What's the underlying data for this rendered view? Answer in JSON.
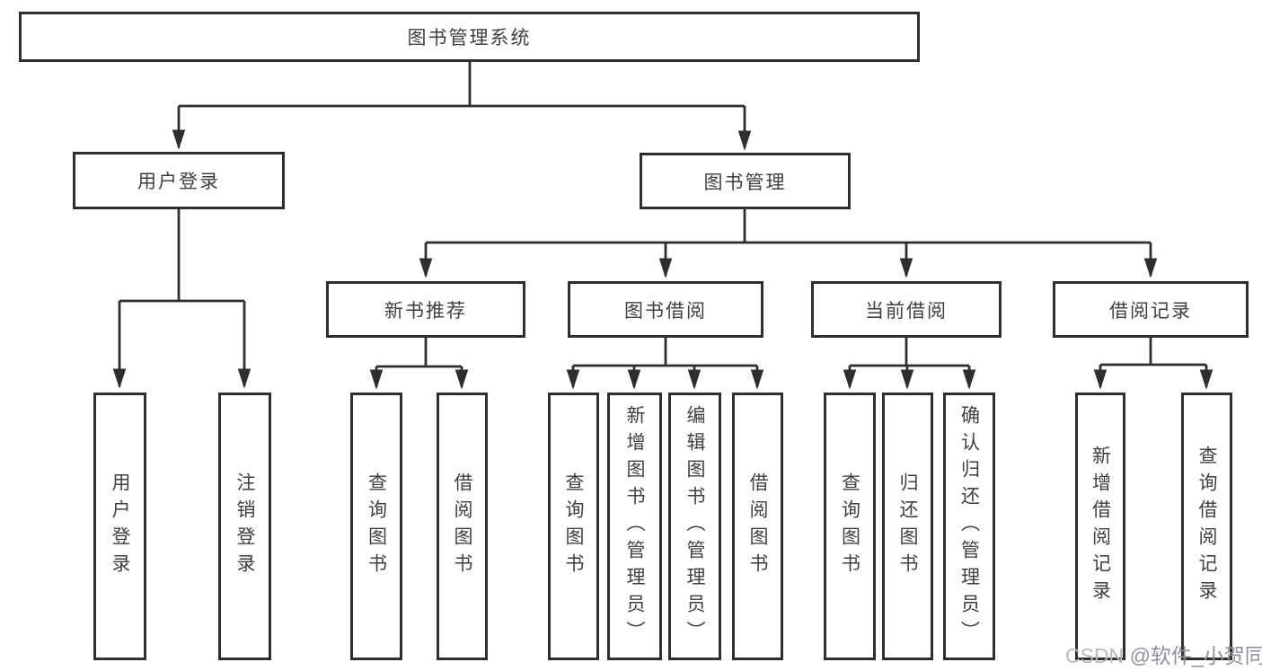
{
  "diagram_title": "图书管理系统",
  "colors": {
    "background": "#ffffff",
    "line": "#333333",
    "box_border": "#2e2e2e",
    "box_fill": "#ffffff",
    "text": "#3f3f3f",
    "watermark_prefix": "#b8b8c0",
    "watermark_handle": "#90909a"
  },
  "watermark": {
    "prefix": "CSDN ",
    "handle": "@软件_小贺同学"
  },
  "tree": {
    "label": "图书管理系统",
    "children": [
      {
        "label": "用户登录",
        "children": [
          {
            "label": "用户登录"
          },
          {
            "label": "注销登录"
          }
        ]
      },
      {
        "label": "图书管理",
        "children": [
          {
            "label": "新书推荐",
            "children": [
              {
                "label": "查询图书"
              },
              {
                "label": "借阅图书"
              }
            ]
          },
          {
            "label": "图书借阅",
            "children": [
              {
                "label": "查询图书"
              },
              {
                "label": "新增图书（管理员）"
              },
              {
                "label": "编辑图书（管理员）"
              },
              {
                "label": "借阅图书"
              }
            ]
          },
          {
            "label": "当前借阅",
            "children": [
              {
                "label": "查询图书"
              },
              {
                "label": "归还图书"
              },
              {
                "label": "确认归还（管理员）"
              }
            ]
          },
          {
            "label": "借阅记录",
            "children": [
              {
                "label": "新增借阅记录"
              },
              {
                "label": "查询借阅记录"
              }
            ]
          }
        ]
      }
    ]
  }
}
